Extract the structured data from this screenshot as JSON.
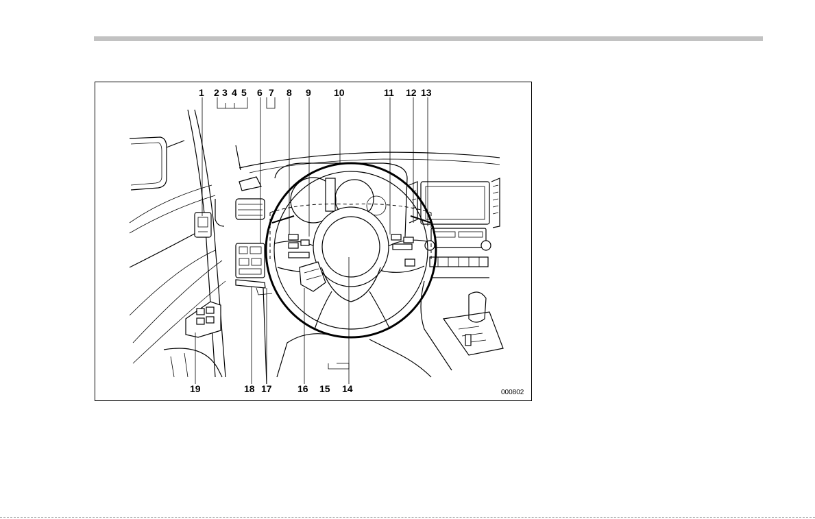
{
  "figure": {
    "code": "000802",
    "callouts": {
      "c1": "1",
      "c2": "2",
      "c3": "3",
      "c4": "4",
      "c5": "5",
      "c6": "6",
      "c7": "7",
      "c8": "8",
      "c9": "9",
      "c10": "10",
      "c11": "11",
      "c12": "12",
      "c13": "13",
      "c14": "14",
      "c15": "15",
      "c16": "16",
      "c17": "17",
      "c18": "18",
      "c19": "19"
    }
  }
}
